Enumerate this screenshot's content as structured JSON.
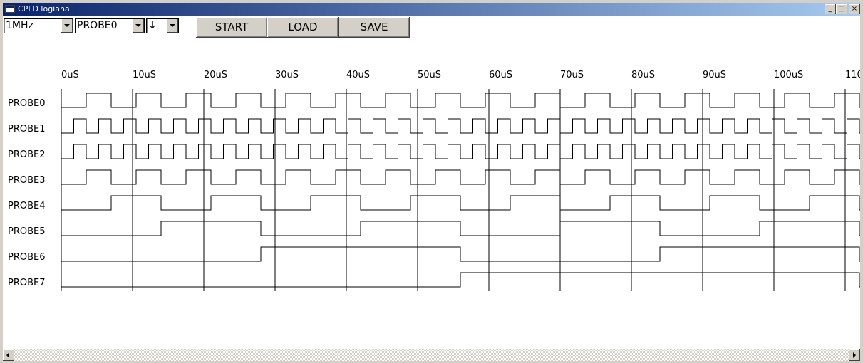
{
  "window": {
    "title": "CPLD logiana",
    "min_glyph": "_",
    "max_glyph": "□",
    "close_glyph": "×"
  },
  "toolbar": {
    "clock": "1MHz",
    "trigger_probe": "PROBE0",
    "trigger_edge": "↓",
    "start_label": "START",
    "load_label": "LOAD",
    "save_label": "SAVE"
  },
  "timeline": {
    "labels": [
      "0uS",
      "10uS",
      "20uS",
      "30uS",
      "40uS",
      "50uS",
      "60uS",
      "70uS",
      "80uS",
      "90uS",
      "100uS",
      "110"
    ]
  },
  "probes": [
    {
      "name": "PROBE0",
      "period_us": 7,
      "duty": 0.5,
      "start_high": false
    },
    {
      "name": "PROBE1",
      "period_us": 3.5,
      "duty": 0.5,
      "start_high": false
    },
    {
      "name": "PROBE2",
      "period_us": 3.5,
      "duty": 0.5,
      "start_high": false
    },
    {
      "name": "PROBE3",
      "period_us": 7,
      "duty": 0.5,
      "start_high": false
    },
    {
      "name": "PROBE4",
      "period_us": 14,
      "duty": 0.5,
      "start_high": false
    },
    {
      "name": "PROBE5",
      "period_us": 28,
      "duty": 0.5,
      "start_high": false
    },
    {
      "name": "PROBE6",
      "period_us": 56,
      "duty": 0.5,
      "start_high": false
    },
    {
      "name": "PROBE7",
      "period_us": 112,
      "duty": 0.5,
      "start_high": false
    }
  ],
  "colors": {
    "title_start": "#0a246a",
    "title_end": "#a6caf0",
    "face": "#d4d0c8",
    "trace": "#000000"
  }
}
